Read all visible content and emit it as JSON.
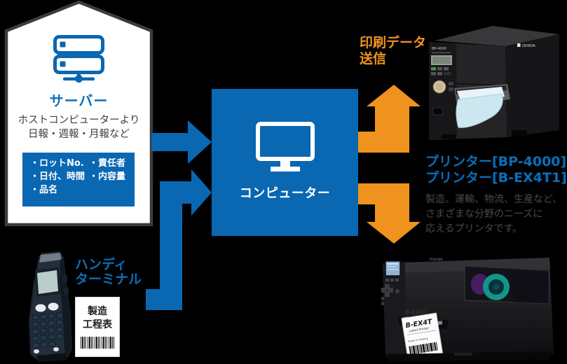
{
  "colors": {
    "shape_blue": "#0a67b2",
    "text_blue": "#0a6fba",
    "orange": "#f0931e",
    "dark_text": "#3c3c3c",
    "gray_text": "#4a4a4a",
    "background": "#000000"
  },
  "server": {
    "title": "サーバー",
    "desc_line1": "ホストコンピューターより",
    "desc_line2": "日報・週報・月報など",
    "items": [
      "・ロットNo.",
      "・責任者",
      "・日付、時間",
      "・内容量",
      "・品名"
    ]
  },
  "computer": {
    "label": "コンピューター"
  },
  "print_send": {
    "line1": "印刷データ",
    "line2": "送信"
  },
  "printers": {
    "name1": "プリンター[BP-4000]",
    "name2": "プリンター[B-EX4T1]",
    "desc_line1": "製造、運輸、物流、生産など、",
    "desc_line2": "さまざまな分野のニーズに",
    "desc_line3": "応えるプリンタです。",
    "top_printer": {
      "brand": "ISHIDA",
      "model": "BP-4000"
    },
    "bottom_printer": {
      "brand": "TOSHIBA",
      "embossed": "B-EX4T",
      "label_title": "B-EX4T",
      "label_sub": "Label Printer",
      "label_small": "Power in Printing"
    }
  },
  "handy": {
    "line1": "ハンディ",
    "line2": "ターミナル",
    "card_line1": "製造",
    "card_line2": "工程表"
  }
}
